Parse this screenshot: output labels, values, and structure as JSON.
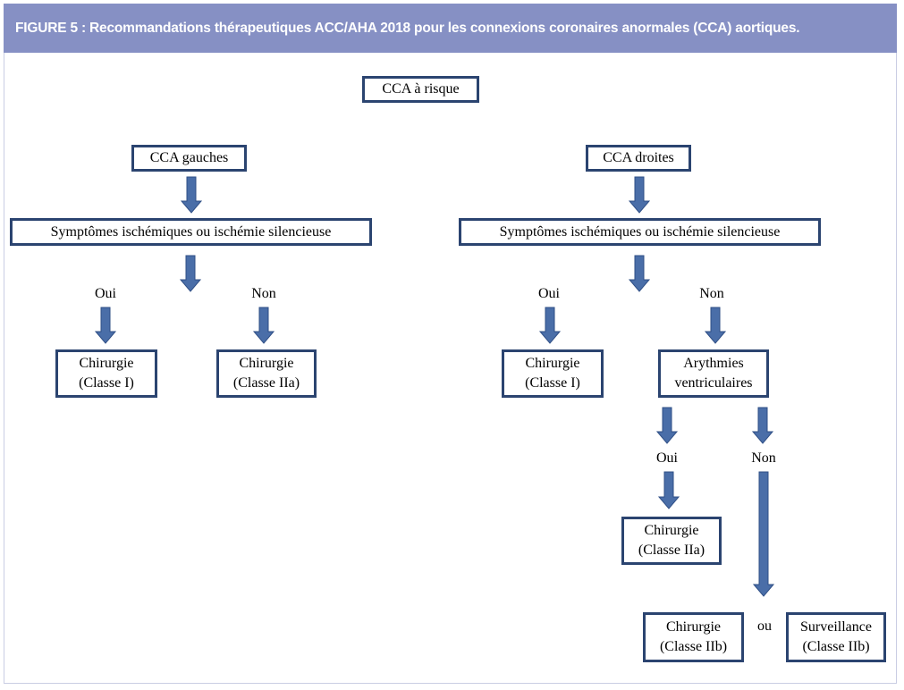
{
  "figure": {
    "title": "FIGURE 5 : Recommandations thérapeutiques ACC/AHA 2018 pour les connexions coronaires anormales (CCA) aortiques."
  },
  "diagram": {
    "root": "CCA à risque",
    "left_branch": {
      "title": "CCA gauches",
      "symptoms": "Symptômes ischémiques ou ischémie silencieuse",
      "yes_label": "Oui",
      "no_label": "Non",
      "yes_result": [
        "Chirurgie",
        "(Classe I)"
      ],
      "no_result": [
        "Chirurgie",
        "(Classe IIa)"
      ]
    },
    "right_branch": {
      "title": "CCA droites",
      "symptoms": "Symptômes ischémiques ou ischémie silencieuse",
      "yes_label": "Oui",
      "no_label": "Non",
      "yes_result": [
        "Chirurgie",
        "(Classe I)"
      ],
      "arrhythmia": [
        "Arythmies",
        "ventriculaires"
      ],
      "arr_yes_label": "Oui",
      "arr_no_label": "Non",
      "arr_yes_result": [
        "Chirurgie",
        "(Classe IIa)"
      ],
      "arr_no_result_a": [
        "Chirurgie",
        "(Classe IIb)"
      ],
      "or_label": "ou",
      "arr_no_result_b": [
        "Surveillance",
        "(Classe IIb)"
      ]
    },
    "colors": {
      "header": "#8690c4",
      "box_border": "#2b4470",
      "arrow": "#4a6ea8"
    }
  }
}
